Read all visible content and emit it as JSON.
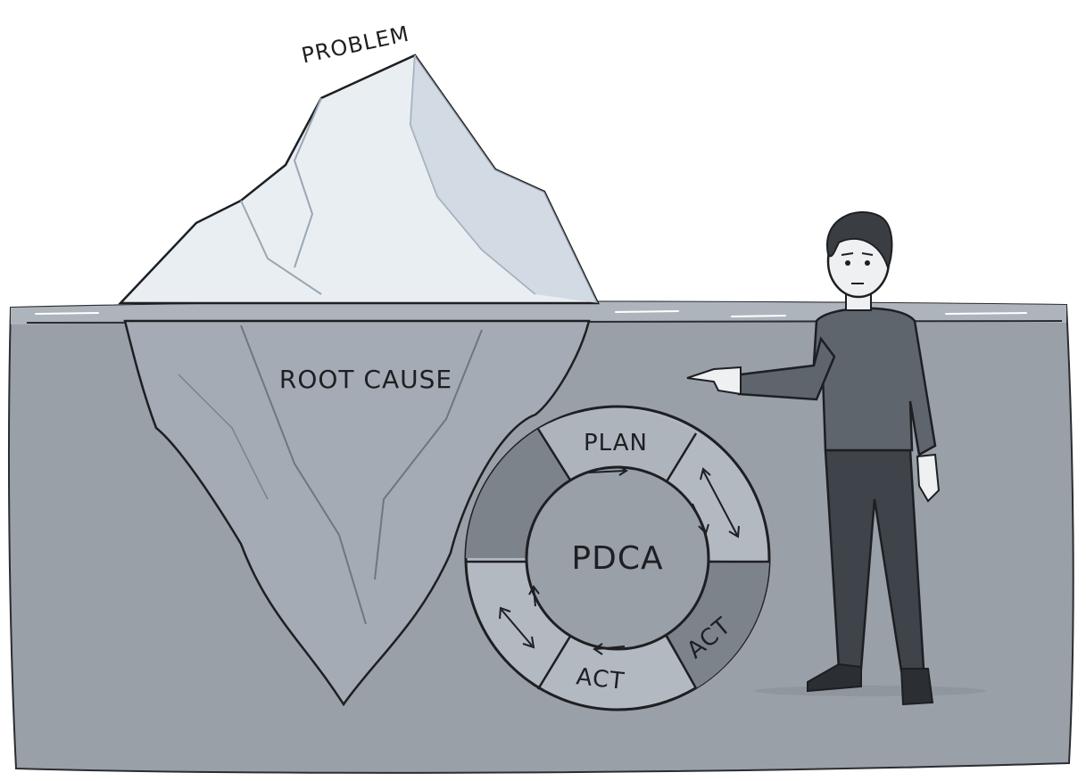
{
  "labels": {
    "problem": "PROBLEM",
    "root_cause": "ROOT CAUSE",
    "cycle_center": "PDCA",
    "plan": "PLAN",
    "act_right": "ACT",
    "act_bottom": "ACT"
  },
  "colors": {
    "background": "#ffffff",
    "water": "#9aa0a8",
    "water_surface": "#aeb4bb",
    "ice_top": "#e9eef3",
    "ice_shadow": "#c7d2dd",
    "ice_underwater": "#a4abb4",
    "ink": "#1d1f22",
    "ring_light": "#b3b9c0",
    "ring_dark": "#7d838b",
    "ring_mid": "#98a0a8",
    "person_shirt": "#5f656d",
    "person_pants": "#3f444a",
    "skin": "#eef0f2"
  },
  "icons": [
    "iceberg-illustration",
    "pdca-cycle-wheel",
    "person-figure",
    "cycle-arrow-icon"
  ]
}
